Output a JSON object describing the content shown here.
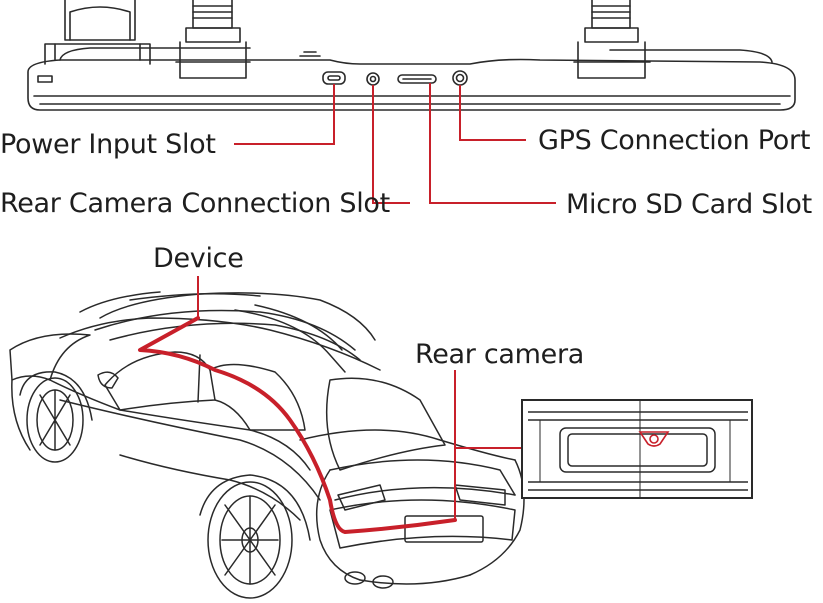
{
  "labels": {
    "power_input_slot": "Power Input Slot",
    "rear_camera_connection_slot": "Rear Camera Connection Slot",
    "gps_connection_port": "GPS Connection Port",
    "micro_sd_card_slot": "Micro SD Card Slot",
    "device": "Device",
    "rear_camera": "Rear camera"
  },
  "colors": {
    "line_art": "#2a2a2a",
    "callout": "#c8202a",
    "background": "#ffffff"
  }
}
